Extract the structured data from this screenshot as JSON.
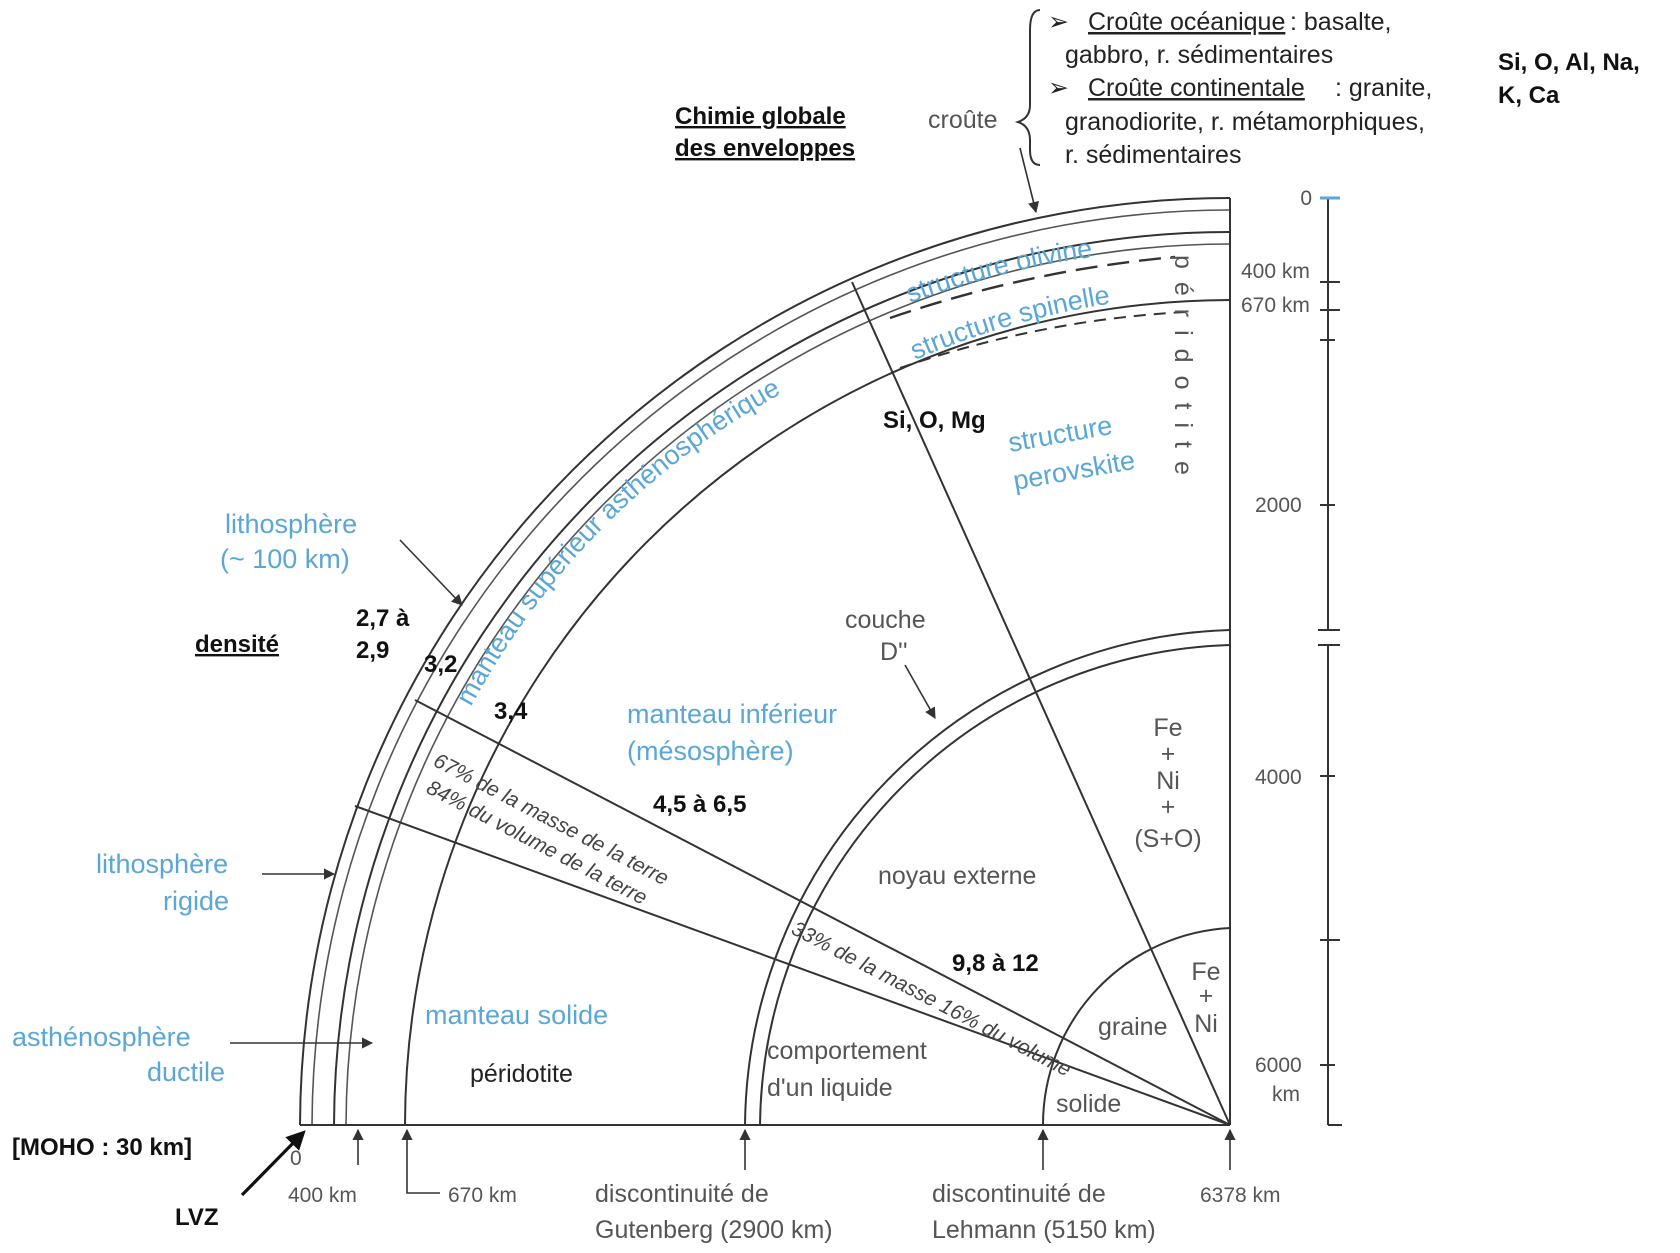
{
  "crust": {
    "oceanic_title": "Croûte océanique ",
    "oceanic_rest": ": basalte,",
    "oceanic_line2": "gabbro, r. sédimentaires",
    "continental_title": "Croûte continentale ",
    "continental_rest": ": granite,",
    "continental_line2": "granodiorite, r. métamorphiques,",
    "continental_line3": "r. sédimentaires",
    "label": "croûte",
    "elements_line1": "Si, O, Al, Na,",
    "elements_line2": "K, Ca"
  },
  "chem_title_line1": "Chimie globale",
  "chem_title_line2": "des enveloppes",
  "density_label": "densité",
  "densities": {
    "d1_line1": "2,7 à",
    "d1_line2": "2,9",
    "d2": "3,2",
    "d3": "3,4",
    "d4": "4,5 à 6,5",
    "d5": "9,8 à 12"
  },
  "layers": {
    "lithosphere_line1": "lithosphère",
    "lithosphere_line2": "(~ 100  km)",
    "litho_rigide_line1": "lithosphère",
    "litho_rigide_line2": "rigide",
    "astheno_line1": "asthénosphère",
    "astheno_line2": "ductile",
    "moho": "[MOHO : 30 km]",
    "lvz": "LVZ",
    "upper_mantle": "manteau supérieur asthénosphérique",
    "olivine": "structure olivine",
    "spinelle": "structure spinelle",
    "perovskite_line1": "structure",
    "perovskite_line2": "perovskite",
    "si_o_mg": "Si, O, Mg",
    "peridotite_vertical": "péridotite",
    "couche_line1": "couche",
    "couche_line2": "D''",
    "lower_mantle_line1": "manteau inférieur",
    "lower_mantle_line2": "(mésosphère)",
    "mass_line1": "67% de la masse de la terre",
    "mass_line2": "84% du volume de la terre",
    "core_mass": "33% de la masse 16% du volume",
    "outer_core": "noyau externe",
    "fe_ni_s_o": [
      "Fe",
      "+",
      "Ni",
      "+",
      "(S+O)"
    ],
    "fe_ni": [
      "Fe",
      "+",
      "Ni"
    ],
    "graine": "graine",
    "solide": "solide",
    "manteau_solide": "manteau solide",
    "peridotite": "péridotite",
    "liquid_line1": "comportement",
    "liquid_line2": "d'un liquide"
  },
  "bottom_axis": {
    "zero": "0",
    "km400": "400 km",
    "km670": "670 km",
    "gutenberg_line1": "discontinuité de",
    "gutenberg_line2": "Gutenberg (2900 km)",
    "lehmann_line1": "discontinuité de",
    "lehmann_line2": "Lehmann (5150 km)",
    "km6378": "6378 km"
  },
  "right_axis": {
    "zero": "0",
    "km400": "400 km",
    "km670": "670 km",
    "t2000": "2000",
    "t4000": "4000",
    "t6000": "6000",
    "km": "km"
  }
}
